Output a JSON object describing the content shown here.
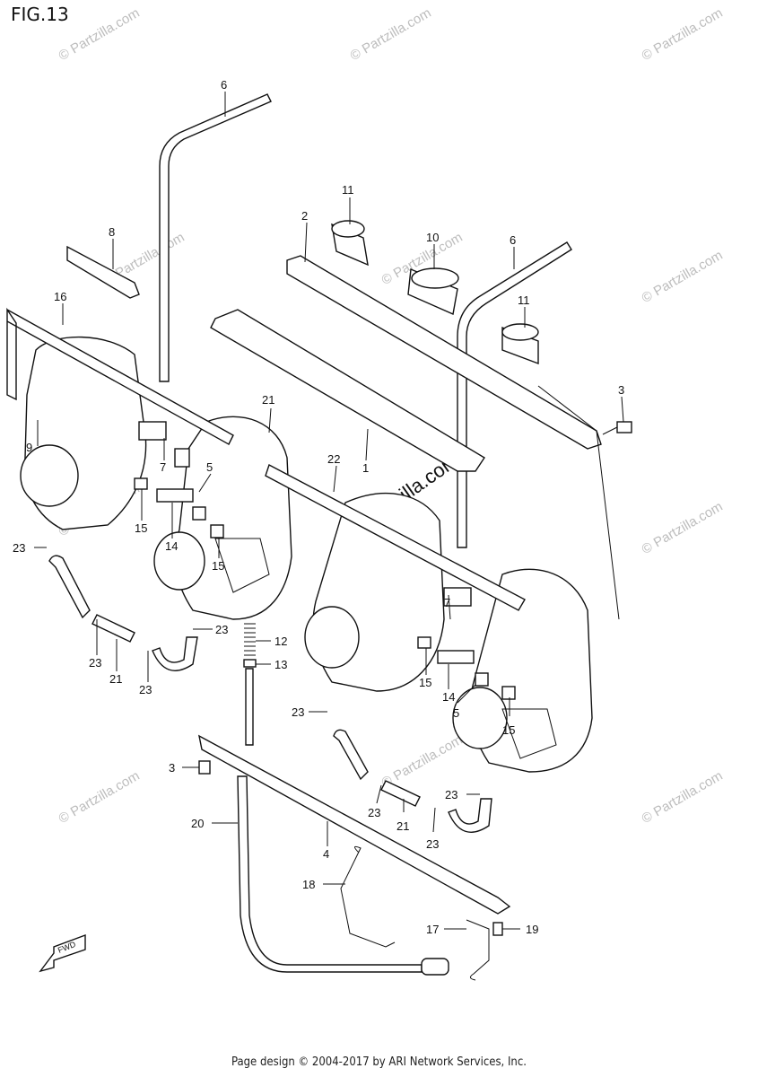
{
  "figure": {
    "title": "FIG.13"
  },
  "watermark": {
    "text": "© Partzilla.com"
  },
  "footer": {
    "text": "Page design © 2004-2017 by ARI Network Services, Inc."
  },
  "fwd_arrow": {
    "text": "FWD"
  },
  "callouts": [
    {
      "id": "c-6a",
      "text": "6"
    },
    {
      "id": "c-8",
      "text": "8"
    },
    {
      "id": "c-16",
      "text": "16"
    },
    {
      "id": "c-9",
      "text": "9"
    },
    {
      "id": "c-7a",
      "text": "7"
    },
    {
      "id": "c-5a",
      "text": "5"
    },
    {
      "id": "c-15a",
      "text": "15"
    },
    {
      "id": "c-14a",
      "text": "14"
    },
    {
      "id": "c-15b",
      "text": "15"
    },
    {
      "id": "c-23a",
      "text": "23"
    },
    {
      "id": "c-23b",
      "text": "23"
    },
    {
      "id": "c-21a",
      "text": "21"
    },
    {
      "id": "c-23c",
      "text": "23"
    },
    {
      "id": "c-23d",
      "text": "23"
    },
    {
      "id": "c-21b",
      "text": "21"
    },
    {
      "id": "c-22",
      "text": "22"
    },
    {
      "id": "c-1",
      "text": "1"
    },
    {
      "id": "c-11a",
      "text": "11"
    },
    {
      "id": "c-2",
      "text": "2"
    },
    {
      "id": "c-10",
      "text": "10"
    },
    {
      "id": "c-6b",
      "text": "6"
    },
    {
      "id": "c-11b",
      "text": "11"
    },
    {
      "id": "c-3a",
      "text": "3"
    },
    {
      "id": "c-12",
      "text": "12"
    },
    {
      "id": "c-13",
      "text": "13"
    },
    {
      "id": "c-23e",
      "text": "23"
    },
    {
      "id": "c-3b",
      "text": "3"
    },
    {
      "id": "c-20",
      "text": "20"
    },
    {
      "id": "c-4",
      "text": "4"
    },
    {
      "id": "c-18",
      "text": "18"
    },
    {
      "id": "c-7b",
      "text": "7"
    },
    {
      "id": "c-15c",
      "text": "15"
    },
    {
      "id": "c-14b",
      "text": "14"
    },
    {
      "id": "c-5b",
      "text": "5"
    },
    {
      "id": "c-15d",
      "text": "15"
    },
    {
      "id": "c-23f",
      "text": "23"
    },
    {
      "id": "c-23g",
      "text": "23"
    },
    {
      "id": "c-21c",
      "text": "21"
    },
    {
      "id": "c-23h",
      "text": "23"
    },
    {
      "id": "c-17",
      "text": "17"
    },
    {
      "id": "c-19",
      "text": "19"
    }
  ]
}
